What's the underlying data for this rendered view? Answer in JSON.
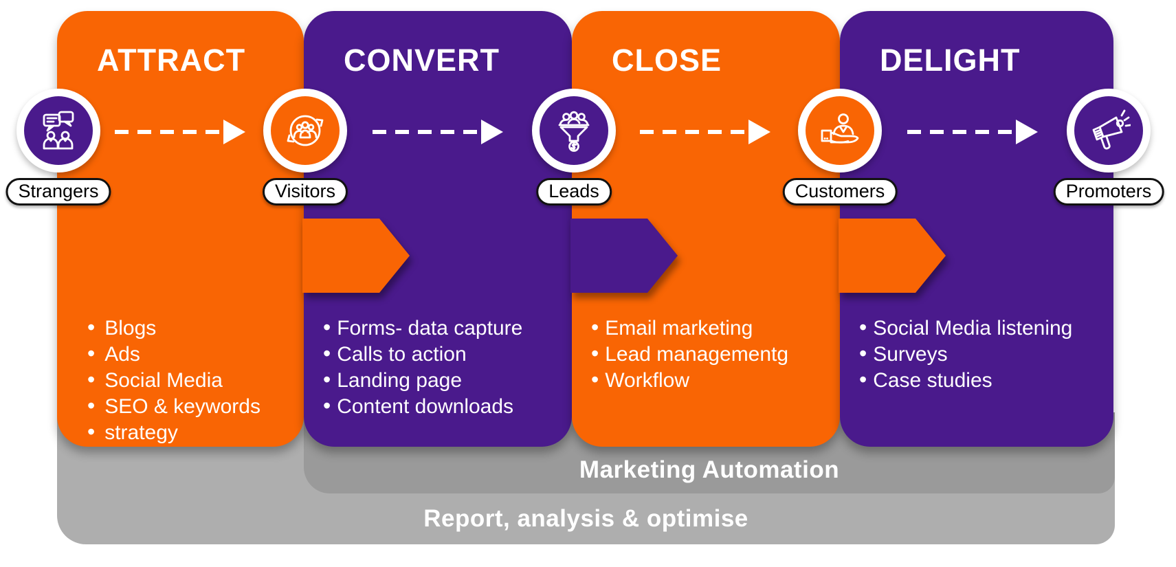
{
  "colors": {
    "orange": "#F96504",
    "purple": "#4A1A8C",
    "bar_dark": "#9A9A9A",
    "bar_light": "#AEAEAE",
    "text_light": "#FFFFFF",
    "pill_border": "#121212",
    "pill_text": "#000000"
  },
  "stages": [
    {
      "title": "ATTRACT",
      "bullets": [
        "Blogs",
        "Ads",
        "Social Media",
        "SEO & keywords",
        "strategy"
      ]
    },
    {
      "title": "CONVERT",
      "bullets": [
        "Forms- data capture",
        "Calls to action",
        "Landing page",
        "Content downloads"
      ]
    },
    {
      "title": "CLOSE",
      "bullets": [
        "Email marketing",
        "Lead managementg",
        "Workflow"
      ]
    },
    {
      "title": "DELIGHT",
      "bullets": [
        "Social Media listening",
        "Surveys",
        "Case studies"
      ]
    }
  ],
  "nodes": [
    {
      "label": "Strangers",
      "icon": "chat-people-icon"
    },
    {
      "label": "Visitors",
      "icon": "people-cycle-icon"
    },
    {
      "label": "Leads",
      "icon": "funnel-dollar-icon"
    },
    {
      "label": "Customers",
      "icon": "hand-person-icon"
    },
    {
      "label": "Promoters",
      "icon": "megaphone-icon"
    }
  ],
  "bars": {
    "automation": "Marketing Automation",
    "report": "Report, analysis & optimise"
  }
}
